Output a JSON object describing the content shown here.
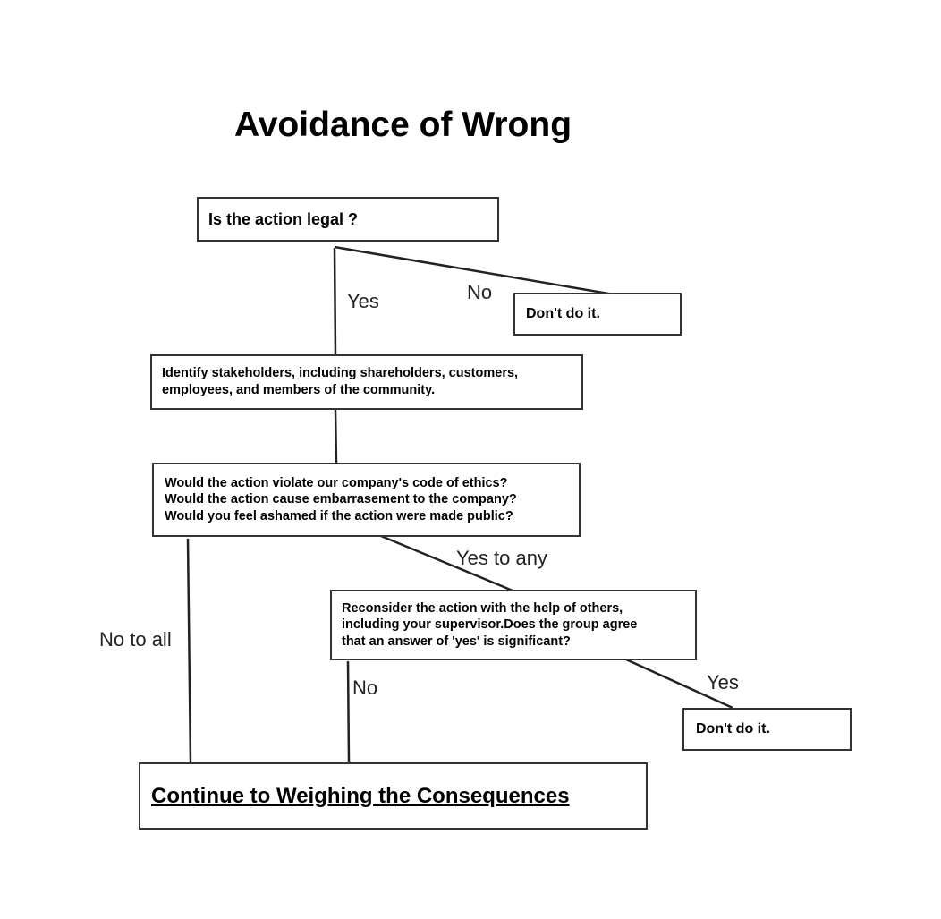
{
  "title": "Avoidance of Wrong",
  "nodes": {
    "legal": "Is the action legal ?",
    "dont1": "Don't do it.",
    "stakeholders": "Identify stakeholders, including shareholders, customers,\nemployees, and members of the community.",
    "ethics": "Would the action violate our company's code of ethics?\nWould the action cause embarrasement to the company?\nWould you feel ashamed if the action were made public?",
    "reconsider": "Reconsider the action with the help of others,\nincluding your supervisor.Does the group agree\nthat an answer of 'yes' is significant?",
    "dont2": "Don't do it.",
    "continue": "Continue to Weighing the Consequences"
  },
  "edge_labels": {
    "yes1": "Yes",
    "no1": "No",
    "yes_to_any": "Yes to any",
    "no_to_all": "No to all",
    "no2": "No",
    "yes2": "Yes"
  },
  "colors": {
    "line": "#222222",
    "box_border": "#333333"
  }
}
